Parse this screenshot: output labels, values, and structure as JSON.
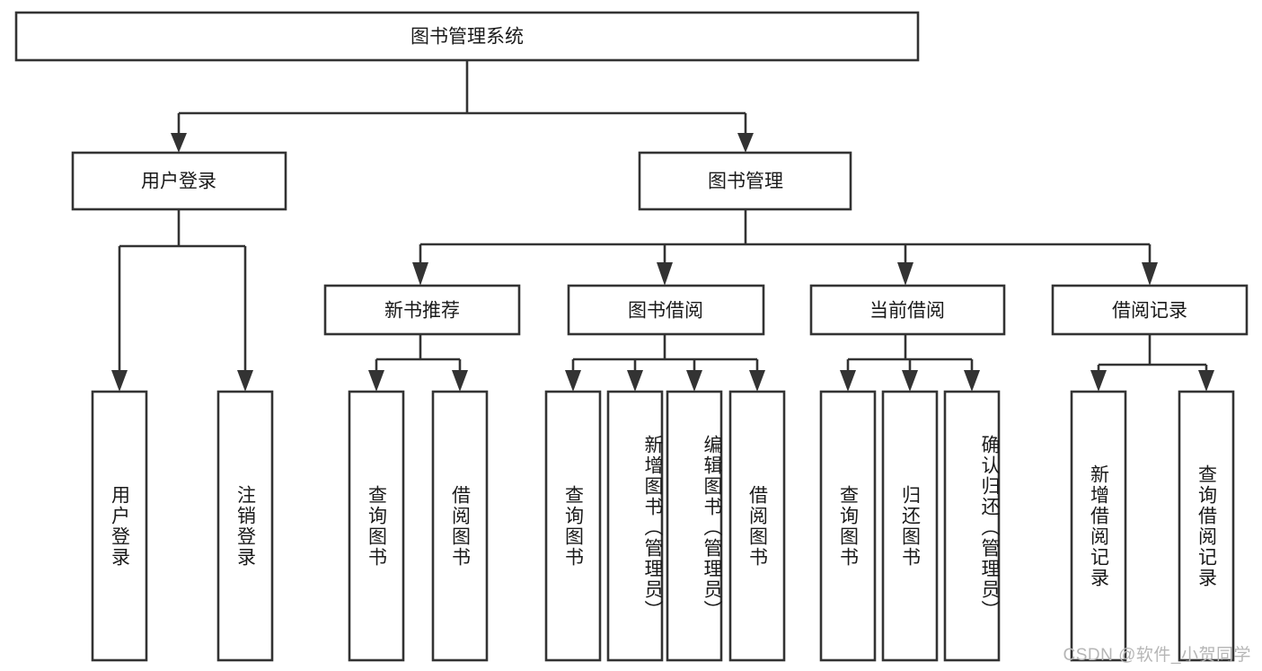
{
  "diagram": {
    "title": "图书管理系统",
    "type": "tree-hierarchy-diagram",
    "colors": {
      "background": "#ffffff",
      "box_stroke": "#333333",
      "connector": "#333333",
      "text": "#1a1a1a",
      "watermark": "#b6b6b6"
    },
    "root": {
      "label": "图书管理系统"
    },
    "level2": [
      {
        "label": "用户登录"
      },
      {
        "label": "图书管理"
      }
    ],
    "level3": [
      {
        "label": "新书推荐"
      },
      {
        "label": "图书借阅"
      },
      {
        "label": "当前借阅"
      },
      {
        "label": "借阅记录"
      }
    ],
    "leaves_user_login": [
      {
        "label": "用户登录"
      },
      {
        "label": "注销登录"
      }
    ],
    "leaves_new_book": [
      {
        "label": "查询图书"
      },
      {
        "label": "借阅图书"
      }
    ],
    "leaves_borrow": [
      {
        "label": "查询图书"
      },
      {
        "label": "新增图书（管理员）"
      },
      {
        "label": "编辑图书（管理员）"
      },
      {
        "label": "借阅图书"
      }
    ],
    "leaves_current": [
      {
        "label": "查询图书"
      },
      {
        "label": "归还图书"
      },
      {
        "label": "确认归还（管理员）"
      }
    ],
    "leaves_record": [
      {
        "label": "新增借阅记录"
      },
      {
        "label": "查询借阅记录"
      }
    ]
  },
  "watermark": {
    "text": "CSDN @软件_小贺同学"
  }
}
